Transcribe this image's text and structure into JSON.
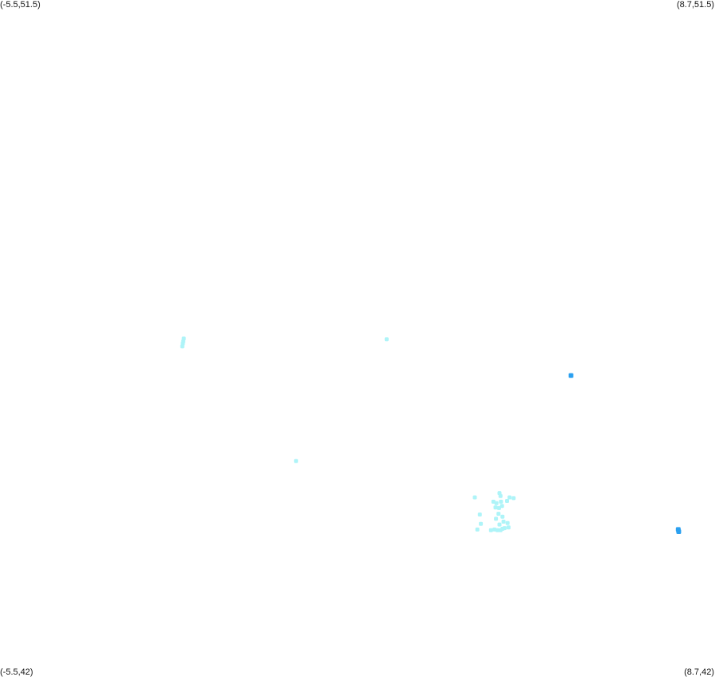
{
  "corners": {
    "top_left": "(-5.5,51.5)",
    "top_right": "(8.7,51.5)",
    "bottom_left": "(-5.5,42)",
    "bottom_right": "(8.7,42)"
  },
  "bounds": {
    "lon_min": -5.5,
    "lon_max": 8.7,
    "lat_min": 42,
    "lat_max": 51.5
  },
  "colors": {
    "light": "#aef4f8",
    "dark": "#2ba0f0"
  },
  "points": [
    {
      "lon": -1.85,
      "lat": 46.75,
      "c": "light"
    },
    {
      "lon": -1.86,
      "lat": 46.71,
      "c": "light"
    },
    {
      "lon": -1.87,
      "lat": 46.68,
      "c": "light"
    },
    {
      "lon": -1.88,
      "lat": 46.64,
      "c": "light"
    },
    {
      "lon": 2.18,
      "lat": 46.74,
      "c": "light"
    },
    {
      "lon": 0.38,
      "lat": 45.03,
      "c": "light"
    },
    {
      "lon": 5.84,
      "lat": 46.23,
      "c": "dark"
    },
    {
      "lon": 7.97,
      "lat": 44.07,
      "c": "dark"
    },
    {
      "lon": 7.98,
      "lat": 44.04,
      "c": "dark"
    },
    {
      "lon": 3.93,
      "lat": 44.52,
      "c": "light"
    },
    {
      "lon": 4.42,
      "lat": 44.58,
      "c": "light"
    },
    {
      "lon": 4.44,
      "lat": 44.54,
      "c": "light"
    },
    {
      "lon": 4.3,
      "lat": 44.46,
      "c": "light"
    },
    {
      "lon": 4.36,
      "lat": 44.44,
      "c": "light"
    },
    {
      "lon": 4.45,
      "lat": 44.46,
      "c": "light"
    },
    {
      "lon": 4.62,
      "lat": 44.52,
      "c": "light"
    },
    {
      "lon": 4.7,
      "lat": 44.51,
      "c": "light"
    },
    {
      "lon": 4.57,
      "lat": 44.47,
      "c": "light"
    },
    {
      "lon": 4.34,
      "lat": 44.38,
      "c": "light"
    },
    {
      "lon": 4.41,
      "lat": 44.37,
      "c": "light"
    },
    {
      "lon": 4.47,
      "lat": 44.4,
      "c": "light"
    },
    {
      "lon": 4.03,
      "lat": 44.28,
      "c": "light"
    },
    {
      "lon": 4.4,
      "lat": 44.29,
      "c": "light"
    },
    {
      "lon": 4.48,
      "lat": 44.25,
      "c": "light"
    },
    {
      "lon": 4.35,
      "lat": 44.22,
      "c": "light"
    },
    {
      "lon": 4.5,
      "lat": 44.18,
      "c": "light"
    },
    {
      "lon": 4.58,
      "lat": 44.16,
      "c": "light"
    },
    {
      "lon": 4.42,
      "lat": 44.14,
      "c": "light"
    },
    {
      "lon": 4.05,
      "lat": 44.15,
      "c": "light"
    },
    {
      "lon": 4.6,
      "lat": 44.1,
      "c": "light"
    },
    {
      "lon": 4.52,
      "lat": 44.09,
      "c": "light"
    },
    {
      "lon": 4.32,
      "lat": 44.07,
      "c": "light"
    },
    {
      "lon": 4.38,
      "lat": 44.06,
      "c": "light"
    },
    {
      "lon": 4.44,
      "lat": 44.06,
      "c": "light"
    },
    {
      "lon": 4.48,
      "lat": 44.08,
      "c": "light"
    },
    {
      "lon": 3.98,
      "lat": 44.07,
      "c": "light"
    },
    {
      "lon": 4.25,
      "lat": 44.06,
      "c": "light"
    }
  ]
}
